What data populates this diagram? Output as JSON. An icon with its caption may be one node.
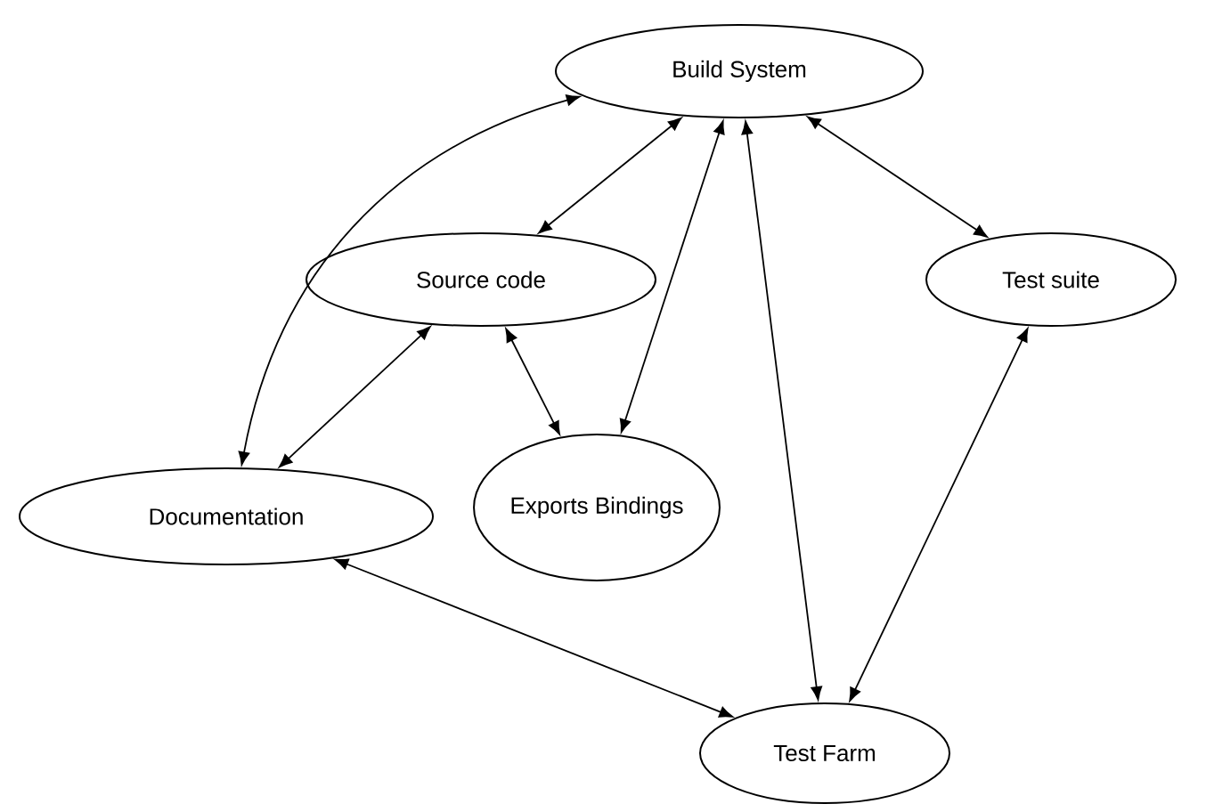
{
  "diagram": {
    "nodes": [
      {
        "text": [
          "Build System"
        ]
      },
      {
        "text": [
          "Source code"
        ]
      },
      {
        "text": [
          "Test suite"
        ]
      },
      {
        "text": [
          "Documentation"
        ]
      },
      {
        "text": [
          "Exports Bindings"
        ]
      },
      {
        "text": [
          "Test Farm"
        ]
      }
    ],
    "edges": [
      {
        "from": 0,
        "to": 3,
        "arrow": "both"
      },
      {
        "from": 0,
        "to": 1,
        "arrow": "both"
      },
      {
        "from": 0,
        "to": 4,
        "arrow": "both"
      },
      {
        "from": 0,
        "to": 5,
        "arrow": "both"
      },
      {
        "from": 0,
        "to": 2,
        "arrow": "both"
      },
      {
        "from": 1,
        "to": 3,
        "arrow": "both"
      },
      {
        "from": 1,
        "to": 4,
        "arrow": "both"
      },
      {
        "from": 3,
        "to": 5,
        "arrow": "both"
      },
      {
        "from": 2,
        "to": 5,
        "arrow": "both"
      }
    ]
  }
}
